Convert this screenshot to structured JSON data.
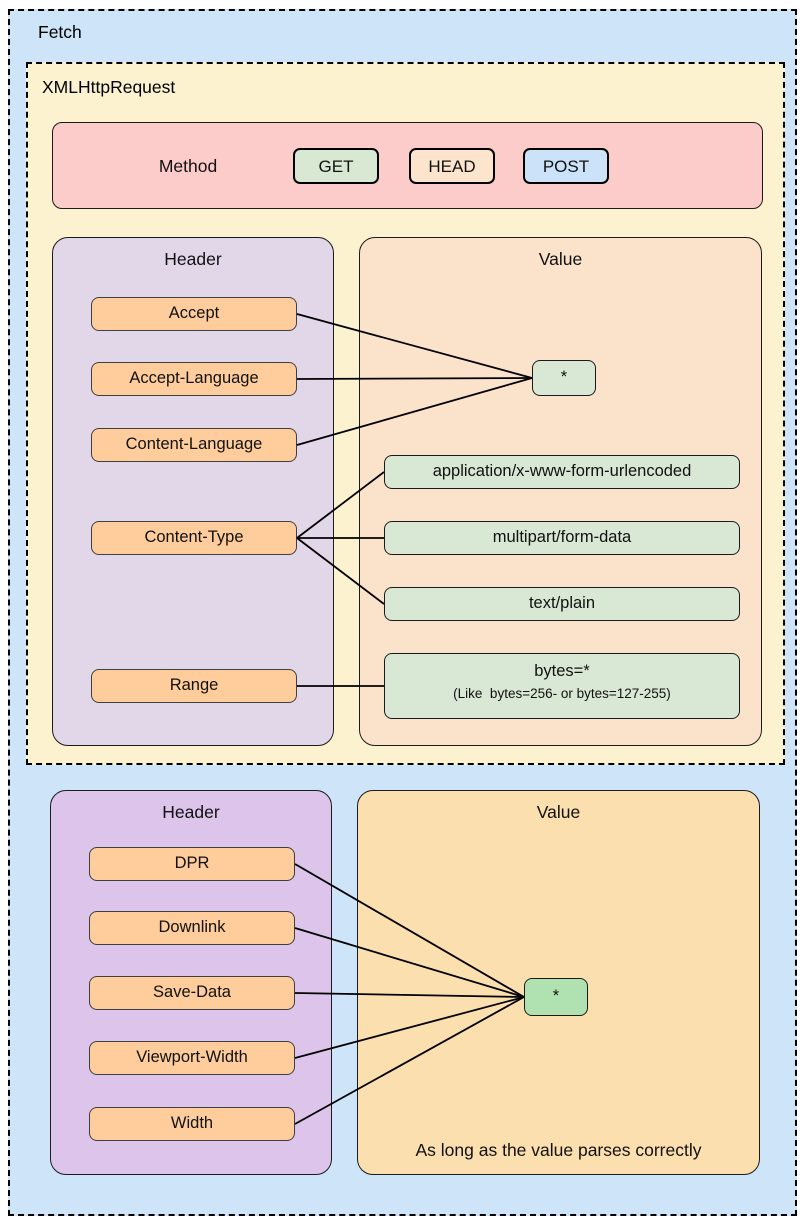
{
  "colors": {
    "fetch_scope_bg": "#cde4f9",
    "xhr_scope_bg": "#fcf2cf",
    "method_strip_bg": "#fccccb",
    "get_bg": "#d8e8d3",
    "head_bg": "#fde5cd",
    "post_bg": "#cbe2f8",
    "header_panel_top_bg": "#e2d6e9",
    "value_panel_top_bg": "#fbe2cb",
    "header_item_bg": "#fecd9b",
    "value_box_top_bg": "#d9e8d4",
    "header_panel_bottom_bg": "#dcc4eb",
    "value_panel_bottom_bg": "#fcdfae",
    "value_box_bottom_bg": "#b0e2b1",
    "line_color": "#000000"
  },
  "fetch": {
    "label": "Fetch",
    "xmlhttprequest": {
      "label": "XMLHttpRequest",
      "method": {
        "label": "Method",
        "options": [
          {
            "label": "GET"
          },
          {
            "label": "HEAD"
          },
          {
            "label": "POST"
          }
        ]
      },
      "header_panel": {
        "title": "Header",
        "items": [
          {
            "label": "Accept"
          },
          {
            "label": "Accept-Language"
          },
          {
            "label": "Content-Language"
          },
          {
            "label": "Content-Type"
          },
          {
            "label": "Range"
          }
        ]
      },
      "value_panel": {
        "title": "Value",
        "wildcard": "*",
        "content_types": [
          "application/x-www-form-urlencoded",
          "multipart/form-data",
          "text/plain"
        ],
        "range_value": {
          "main": "bytes=*",
          "example": "(Like  bytes=256- or bytes=127-255)"
        }
      }
    },
    "client_hints": {
      "header_panel": {
        "title": "Header",
        "items": [
          {
            "label": "DPR"
          },
          {
            "label": "Downlink"
          },
          {
            "label": "Save-Data"
          },
          {
            "label": "Viewport-Width"
          },
          {
            "label": "Width"
          }
        ]
      },
      "value_panel": {
        "title": "Value",
        "wildcard": "*",
        "note": "As long as the value parses correctly"
      }
    }
  },
  "edges": [
    {
      "from": "xhr-header-accept",
      "to": "xhr-value-star"
    },
    {
      "from": "xhr-header-accept-language",
      "to": "xhr-value-star"
    },
    {
      "from": "xhr-header-content-language",
      "to": "xhr-value-star"
    },
    {
      "from": "xhr-header-content-type",
      "to": "xhr-value-urlencoded"
    },
    {
      "from": "xhr-header-content-type",
      "to": "xhr-value-multipart"
    },
    {
      "from": "xhr-header-content-type",
      "to": "xhr-value-textplain"
    },
    {
      "from": "xhr-header-range",
      "to": "xhr-value-bytes"
    },
    {
      "from": "fetch-header-dpr",
      "to": "fetch-value-star"
    },
    {
      "from": "fetch-header-downlink",
      "to": "fetch-value-star"
    },
    {
      "from": "fetch-header-save-data",
      "to": "fetch-value-star"
    },
    {
      "from": "fetch-header-viewport-width",
      "to": "fetch-value-star"
    },
    {
      "from": "fetch-header-width",
      "to": "fetch-value-star"
    }
  ]
}
